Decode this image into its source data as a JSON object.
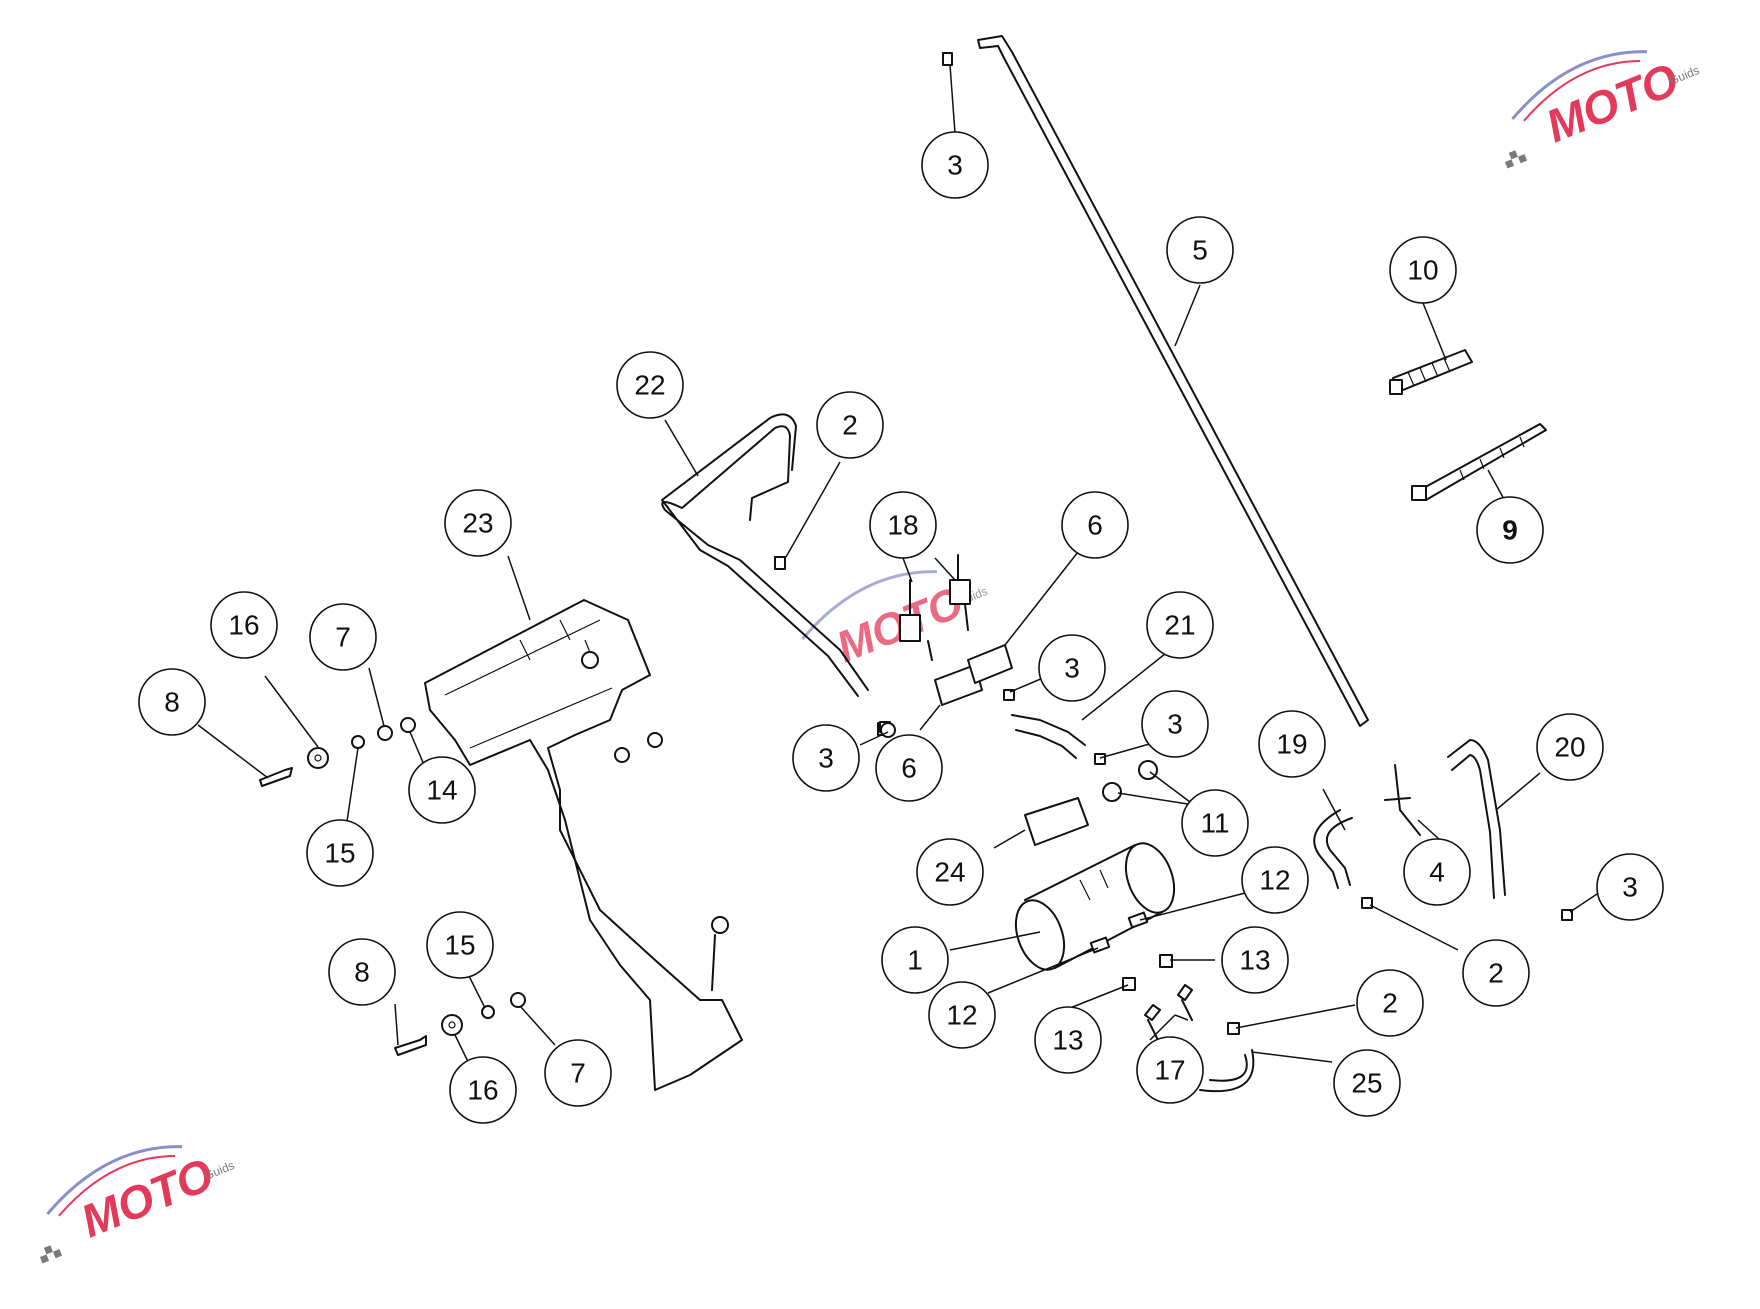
{
  "watermark": {
    "brand": "MOTO",
    "sub": "Guids",
    "accent": "#e3395b",
    "secondary": "#8a8fc8",
    "gray": "#7a7a7a"
  },
  "callouts": [
    {
      "label": "3"
    },
    {
      "label": "5"
    },
    {
      "label": "10"
    },
    {
      "label": "9"
    },
    {
      "label": "22"
    },
    {
      "label": "2"
    },
    {
      "label": "18"
    },
    {
      "label": "6"
    },
    {
      "label": "23"
    },
    {
      "label": "21"
    },
    {
      "label": "3"
    },
    {
      "label": "3"
    },
    {
      "label": "16"
    },
    {
      "label": "7"
    },
    {
      "label": "8"
    },
    {
      "label": "14"
    },
    {
      "label": "15"
    },
    {
      "label": "3"
    },
    {
      "label": "6"
    },
    {
      "label": "19"
    },
    {
      "label": "20"
    },
    {
      "label": "11"
    },
    {
      "label": "24"
    },
    {
      "label": "12"
    },
    {
      "label": "4"
    },
    {
      "label": "3"
    },
    {
      "label": "2"
    },
    {
      "label": "1"
    },
    {
      "label": "13"
    },
    {
      "label": "12"
    },
    {
      "label": "13"
    },
    {
      "label": "2"
    },
    {
      "label": "8"
    },
    {
      "label": "15"
    },
    {
      "label": "16"
    },
    {
      "label": "7"
    },
    {
      "label": "17"
    },
    {
      "label": "25"
    }
  ]
}
